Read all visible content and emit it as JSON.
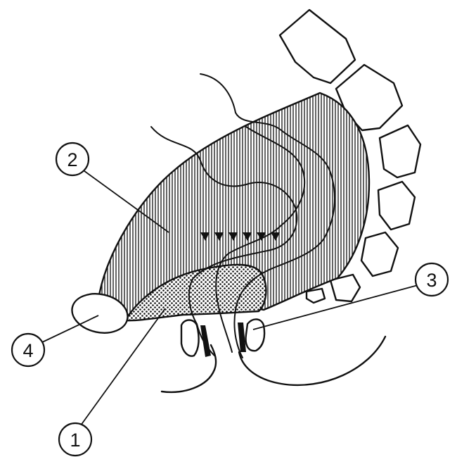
{
  "figure": {
    "labels": [
      {
        "id": "label-1",
        "text": "1"
      },
      {
        "id": "label-2",
        "text": "2"
      },
      {
        "id": "label-3",
        "text": "3"
      },
      {
        "id": "label-4",
        "text": "4"
      }
    ],
    "colors": {
      "ink": "#111111",
      "background": "#ffffff",
      "hatch_fill": "vertical-line-hatching",
      "dot_fill": "stippled-dots"
    }
  }
}
